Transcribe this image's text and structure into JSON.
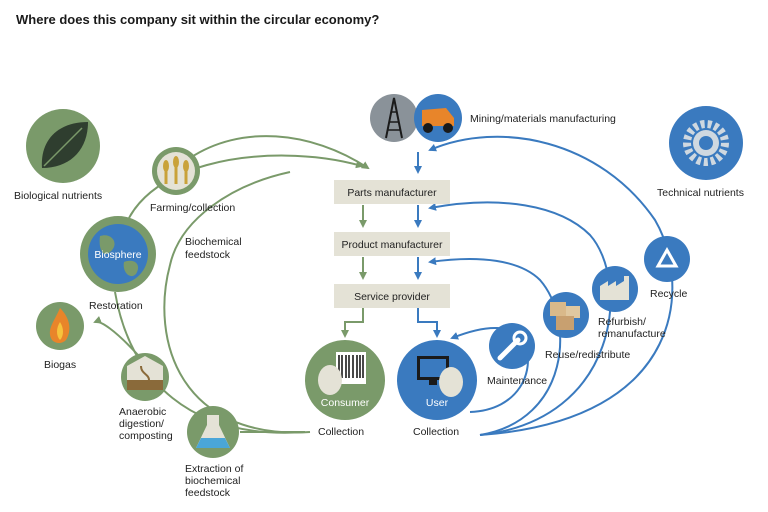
{
  "title": "Where does this company sit within the circular economy?",
  "colors": {
    "green": "#7a9a6a",
    "blue": "#3a7abf",
    "box": "#e4e2d6",
    "dark": "#333333"
  },
  "boxes": {
    "parts": "Parts manufacturer",
    "product": "Product manufacturer",
    "service": "Service provider"
  },
  "labels": {
    "biological_nutrients": "Biological nutrients",
    "farming": "Farming/collection",
    "biochemical_feedstock_1": "Biochemical",
    "biochemical_feedstock_2": "feedstock",
    "biosphere": "Biosphere",
    "restoration": "Restoration",
    "biogas": "Biogas",
    "anaerobic_1": "Anaerobic",
    "anaerobic_2": "digestion/",
    "anaerobic_3": "composting",
    "extraction_1": "Extraction of",
    "extraction_2": "biochemical",
    "extraction_3": "feedstock",
    "consumer": "Consumer",
    "collection_left": "Collection",
    "user": "User",
    "collection_right": "Collection",
    "mining": "Mining/materials manufacturing",
    "technical_nutrients": "Technical nutrients",
    "recycle": "Recycle",
    "refurbish_1": "Refurbish/",
    "refurbish_2": "remanufacture",
    "reuse": "Reuse/redistribute",
    "maintenance": "Maintenance"
  },
  "icons": {
    "leaf": "leaf-icon",
    "wheat_fish": "wheat-fish-icon",
    "globe": "globe-icon",
    "flame": "flame-icon",
    "compost": "compost-icon",
    "flask": "flask-icon",
    "barcode": "barcode-icon",
    "computer": "computer-icon",
    "oil_rig": "oil-rig-icon",
    "truck": "mining-truck-icon",
    "gear": "gear-icon",
    "recycle": "recycle-icon",
    "factory": "factory-icon",
    "boxes": "boxes-icon",
    "wrench": "wrench-icon"
  }
}
